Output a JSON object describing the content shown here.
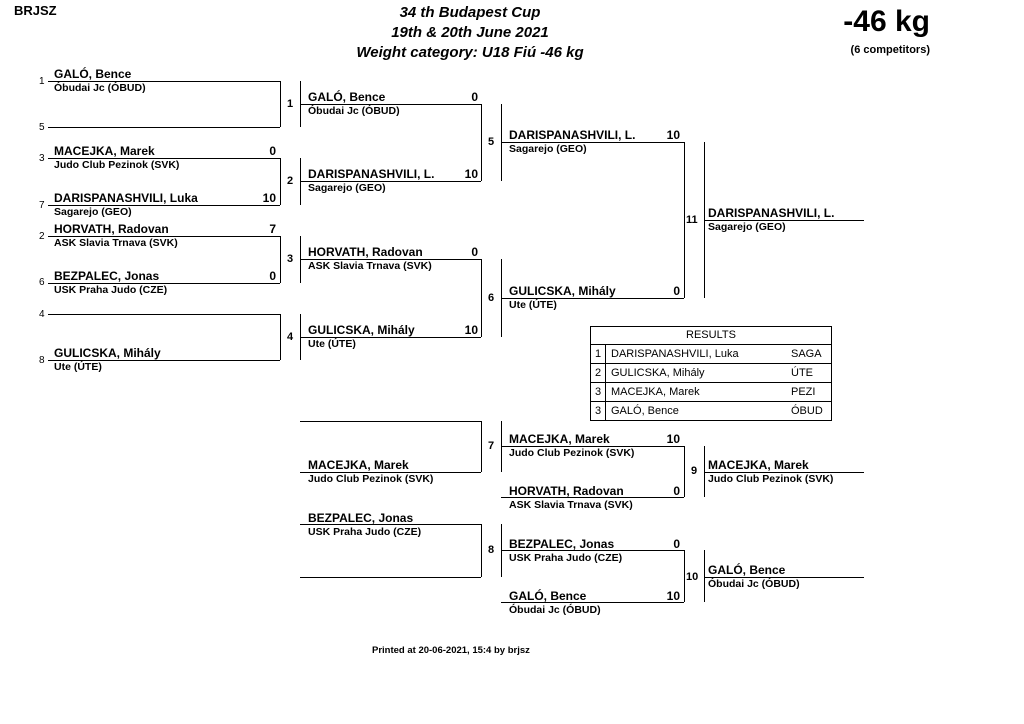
{
  "header": {
    "org": "BRJSZ",
    "title_line1": "34 th Budapest Cup",
    "title_line2": "19th & 20th June 2021",
    "title_line3": "Weight category: U18 Fiú -46 kg",
    "category": "-46 kg",
    "competitors": "(6 competitors)"
  },
  "seeds": [
    "1",
    "5",
    "3",
    "7",
    "2",
    "6",
    "4",
    "8"
  ],
  "first_round": [
    {
      "name": "GALÓ, Bence",
      "club": "Óbudai Jc (ÓBUD)",
      "score": ""
    },
    {
      "name": "",
      "club": "",
      "score": ""
    },
    {
      "name": "MACEJKA, Marek",
      "club": "Judo Club Pezinok (SVK)",
      "score": "0"
    },
    {
      "name": "DARISPANASHVILI, Luka",
      "club": "Sagarejo (GEO)",
      "score": "10"
    },
    {
      "name": "HORVATH, Radovan",
      "club": "ASK Slavia Trnava (SVK)",
      "score": "7"
    },
    {
      "name": "BEZPALEC, Jonas",
      "club": "USK Praha Judo (CZE)",
      "score": "0"
    },
    {
      "name": "",
      "club": "",
      "score": ""
    },
    {
      "name": "GULICSKA, Mihály",
      "club": "Ute (ÚTE)",
      "score": ""
    }
  ],
  "bouts": [
    "1",
    "2",
    "3",
    "4",
    "5",
    "6",
    "7",
    "8",
    "9",
    "10",
    "11"
  ],
  "second_round": [
    {
      "name": "GALÓ, Bence",
      "club": "Óbudai Jc (ÓBUD)",
      "score": "0"
    },
    {
      "name": "DARISPANASHVILI, L.",
      "club": "Sagarejo (GEO)",
      "score": "10"
    },
    {
      "name": "HORVATH, Radovan",
      "club": "ASK Slavia Trnava (SVK)",
      "score": "0"
    },
    {
      "name": "GULICSKA, Mihály",
      "club": "Ute (ÚTE)",
      "score": "10"
    }
  ],
  "semis": [
    {
      "name": "DARISPANASHVILI, L.",
      "club": "Sagarejo (GEO)",
      "score": "10"
    },
    {
      "name": "GULICSKA, Mihály",
      "club": "Ute (ÚTE)",
      "score": "0"
    }
  ],
  "final": {
    "name": "DARISPANASHVILI, L.",
    "club": "Sagarejo (GEO)"
  },
  "repechage": [
    {
      "name": "MACEJKA, Marek",
      "club": "Judo Club Pezinok (SVK)",
      "score": ""
    },
    {
      "name": "BEZPALEC, Jonas",
      "club": "USK Praha Judo (CZE)",
      "score": ""
    }
  ],
  "bronze_entries": [
    {
      "name": "MACEJKA, Marek",
      "club": "Judo Club Pezinok (SVK)",
      "score": "10"
    },
    {
      "name": "HORVATH, Radovan",
      "club": "ASK Slavia Trnava (SVK)",
      "score": "0"
    },
    {
      "name": "BEZPALEC, Jonas",
      "club": "USK Praha Judo (CZE)",
      "score": "0"
    },
    {
      "name": "GALÓ, Bence",
      "club": "Óbudai Jc (ÓBUD)",
      "score": "10"
    }
  ],
  "bronze_winners": [
    {
      "name": "MACEJKA, Marek",
      "club": "Judo Club Pezinok (SVK)"
    },
    {
      "name": "GALÓ, Bence",
      "club": "Óbudai Jc (ÓBUD)"
    }
  ],
  "results": {
    "title": "RESULTS",
    "rows": [
      {
        "place": "1",
        "name": "DARISPANASHVILI, Luka",
        "club": "SAGA"
      },
      {
        "place": "2",
        "name": "GULICSKA, Mihály",
        "club": "ÚTE"
      },
      {
        "place": "3",
        "name": "MACEJKA, Marek",
        "club": "PEZI"
      },
      {
        "place": "3",
        "name": "GALÓ, Bence",
        "club": "ÓBUD"
      }
    ]
  },
  "footer": "Printed at 20-06-2021, 15:4 by brjsz"
}
